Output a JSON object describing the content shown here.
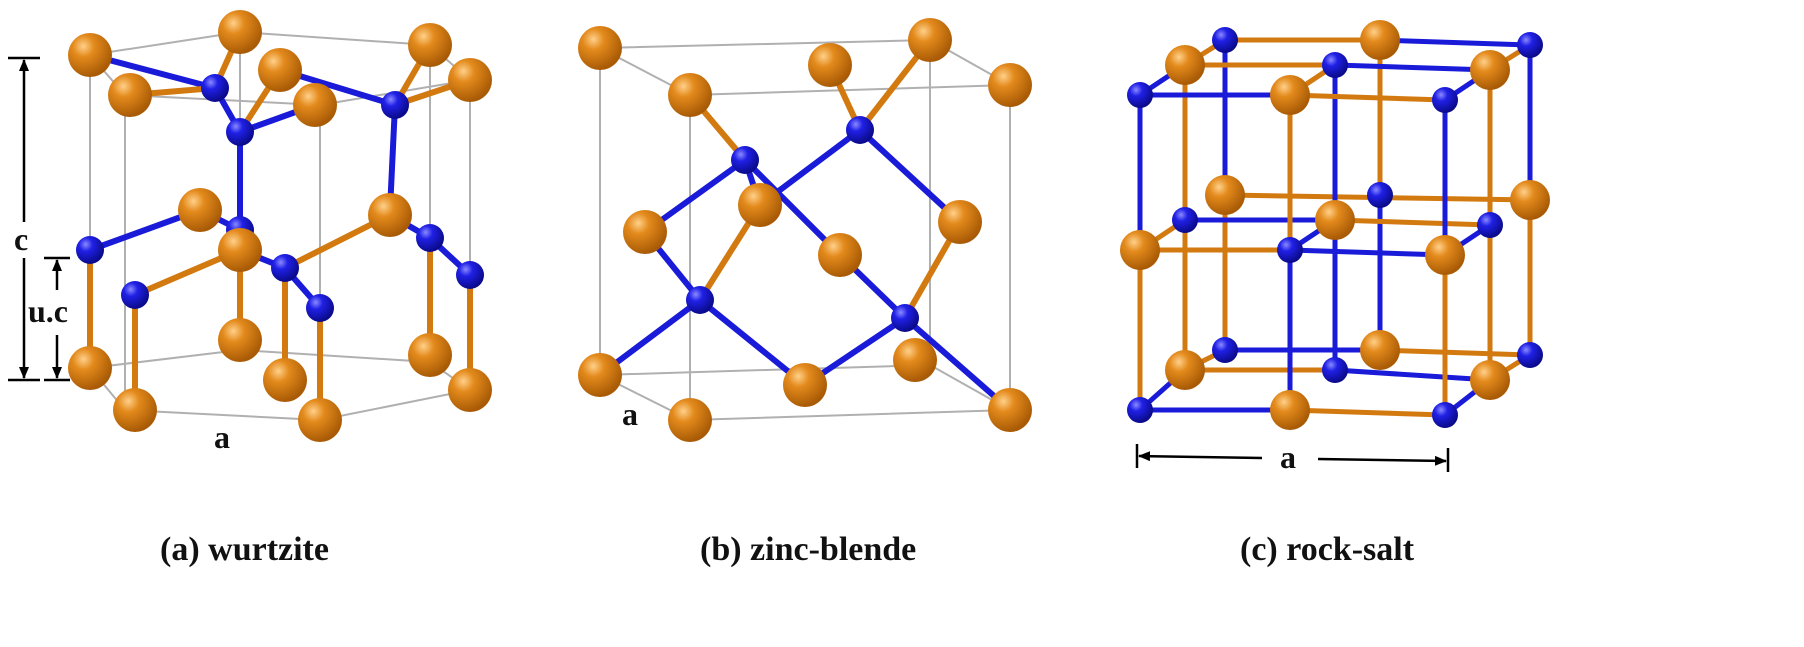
{
  "figure": {
    "panels": [
      {
        "id": "a",
        "caption": "(a) wurtzite",
        "labels": {
          "c": "c",
          "uc": "u.c",
          "a": "a"
        }
      },
      {
        "id": "b",
        "caption": "(b) zinc-blende",
        "labels": {
          "a": "a"
        }
      },
      {
        "id": "c",
        "caption": "(c) rock-salt",
        "labels": {
          "a": "a"
        }
      }
    ],
    "colors": {
      "cation": "#d27a10",
      "anion": "#1a1ad9",
      "cell_edge": "#b0b0b0",
      "bond_orange": "#d27a10",
      "bond_blue": "#1a1ad9",
      "dimension_line": "#000000"
    }
  }
}
